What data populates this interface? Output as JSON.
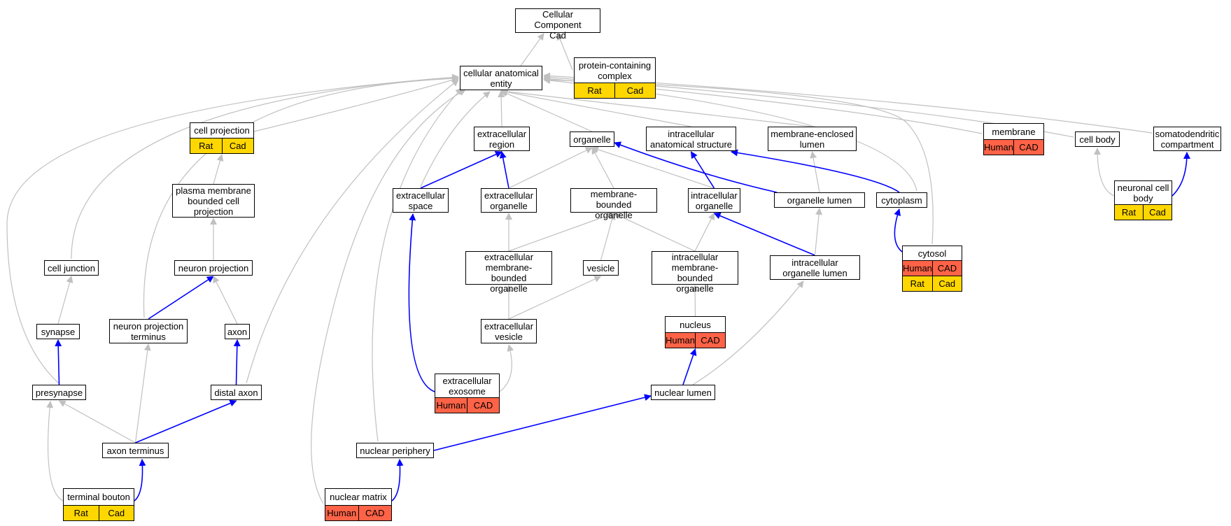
{
  "colors": {
    "is_a_edge": "#c0c0c0",
    "part_of_edge": "#0000ff",
    "human_badge": "#ff6347",
    "rat_badge": "#ffd700",
    "node_border": "#000000",
    "background": "#ffffff"
  },
  "nodes": [
    {
      "id": "cc",
      "label": "Cellular Component\nCad"
    },
    {
      "id": "cae",
      "label": "cellular anatomical\nentity"
    },
    {
      "id": "pcc",
      "label": "protein-containing\ncomplex",
      "badges": [
        [
          "Rat",
          "Cad"
        ]
      ]
    },
    {
      "id": "cellproj",
      "label": "cell projection",
      "badges": [
        [
          "Rat",
          "Cad"
        ]
      ]
    },
    {
      "id": "exreg",
      "label": "extracellular\nregion"
    },
    {
      "id": "organelle",
      "label": "organelle"
    },
    {
      "id": "ias",
      "label": "intracellular\nanatomical structure"
    },
    {
      "id": "mel",
      "label": "membrane-enclosed\nlumen"
    },
    {
      "id": "membrane",
      "label": "membrane",
      "badges": [
        [
          "Human",
          "CAD"
        ]
      ]
    },
    {
      "id": "cellbody",
      "label": "cell body"
    },
    {
      "id": "somato",
      "label": "somatodendritic\ncompartment"
    },
    {
      "id": "pmbcp",
      "label": "plasma membrane\nbounded cell\nprojection"
    },
    {
      "id": "exspace",
      "label": "extracellular\nspace"
    },
    {
      "id": "exorg",
      "label": "extracellular\norganelle"
    },
    {
      "id": "mbo",
      "label": "membrane-bounded\norganelle"
    },
    {
      "id": "intorg",
      "label": "intracellular\norganelle"
    },
    {
      "id": "orglumen",
      "label": "organelle lumen"
    },
    {
      "id": "cytoplasm",
      "label": "cytoplasm"
    },
    {
      "id": "ncb",
      "label": "neuronal cell\nbody",
      "badges": [
        [
          "Rat",
          "Cad"
        ]
      ]
    },
    {
      "id": "neuproj",
      "label": "neuron projection"
    },
    {
      "id": "celljunc",
      "label": "cell junction"
    },
    {
      "id": "exmbo",
      "label": "extracellular\nmembrane-bounded\norganelle"
    },
    {
      "id": "vesicle",
      "label": "vesicle"
    },
    {
      "id": "intmbo",
      "label": "intracellular\nmembrane-bounded\norganelle"
    },
    {
      "id": "intorglumen",
      "label": "intracellular\norganelle lumen"
    },
    {
      "id": "cytosol",
      "label": "cytosol",
      "badges": [
        [
          "Human",
          "CAD"
        ],
        [
          "Rat",
          "Cad"
        ]
      ]
    },
    {
      "id": "synapse",
      "label": "synapse"
    },
    {
      "id": "npt",
      "label": "neuron projection\nterminus"
    },
    {
      "id": "axon",
      "label": "axon"
    },
    {
      "id": "exves",
      "label": "extracellular\nvesicle"
    },
    {
      "id": "nucleus",
      "label": "nucleus",
      "badges": [
        [
          "Human",
          "CAD"
        ]
      ]
    },
    {
      "id": "presyn",
      "label": "presynapse"
    },
    {
      "id": "distaxon",
      "label": "distal axon"
    },
    {
      "id": "exosome",
      "label": "extracellular\nexosome",
      "badges": [
        [
          "Human",
          "CAD"
        ]
      ]
    },
    {
      "id": "nuclumen",
      "label": "nuclear lumen"
    },
    {
      "id": "axonterm",
      "label": "axon terminus"
    },
    {
      "id": "nucper",
      "label": "nuclear periphery"
    },
    {
      "id": "termbouton",
      "label": "terminal bouton",
      "badges": [
        [
          "Rat",
          "Cad"
        ]
      ]
    },
    {
      "id": "nucmatrix",
      "label": "nuclear matrix",
      "badges": [
        [
          "Human",
          "CAD"
        ]
      ]
    }
  ],
  "edges": [
    {
      "from": "cae",
      "to": "cc",
      "type": "is_a"
    },
    {
      "from": "pcc",
      "to": "cc",
      "type": "is_a"
    },
    {
      "from": "cellproj",
      "to": "cae",
      "type": "is_a"
    },
    {
      "from": "exreg",
      "to": "cae",
      "type": "is_a"
    },
    {
      "from": "organelle",
      "to": "cae",
      "type": "is_a"
    },
    {
      "from": "ias",
      "to": "cae",
      "type": "is_a"
    },
    {
      "from": "mel",
      "to": "cae",
      "type": "is_a"
    },
    {
      "from": "membrane",
      "to": "cae",
      "type": "is_a"
    },
    {
      "from": "cellbody",
      "to": "cae",
      "type": "is_a"
    },
    {
      "from": "somato",
      "to": "cae",
      "type": "is_a"
    },
    {
      "from": "exspace",
      "to": "cae",
      "type": "is_a"
    },
    {
      "from": "cytoplasm",
      "to": "cae",
      "type": "is_a"
    },
    {
      "from": "cytosol",
      "to": "cae",
      "type": "is_a"
    },
    {
      "from": "celljunc",
      "to": "cae",
      "type": "is_a"
    },
    {
      "from": "presyn",
      "to": "cae",
      "type": "is_a"
    },
    {
      "from": "npt",
      "to": "cae",
      "type": "is_a"
    },
    {
      "from": "distaxon",
      "to": "cae",
      "type": "is_a"
    },
    {
      "from": "nucper",
      "to": "cae",
      "type": "is_a"
    },
    {
      "from": "nucmatrix",
      "to": "cae",
      "type": "is_a"
    },
    {
      "from": "pmbcp",
      "to": "cellproj",
      "type": "is_a"
    },
    {
      "from": "neuproj",
      "to": "pmbcp",
      "type": "is_a"
    },
    {
      "from": "npt",
      "to": "neuproj",
      "type": "part_of"
    },
    {
      "from": "axon",
      "to": "neuproj",
      "type": "is_a"
    },
    {
      "from": "synapse",
      "to": "celljunc",
      "type": "is_a"
    },
    {
      "from": "presyn",
      "to": "synapse",
      "type": "part_of"
    },
    {
      "from": "distaxon",
      "to": "axon",
      "type": "part_of"
    },
    {
      "from": "axonterm",
      "to": "presyn",
      "type": "is_a"
    },
    {
      "from": "axonterm",
      "to": "npt",
      "type": "is_a"
    },
    {
      "from": "axonterm",
      "to": "distaxon",
      "type": "part_of"
    },
    {
      "from": "termbouton",
      "to": "presyn",
      "type": "is_a"
    },
    {
      "from": "termbouton",
      "to": "axonterm",
      "type": "part_of"
    },
    {
      "from": "exspace",
      "to": "exreg",
      "type": "part_of"
    },
    {
      "from": "exorg",
      "to": "exreg",
      "type": "part_of"
    },
    {
      "from": "exorg",
      "to": "organelle",
      "type": "is_a"
    },
    {
      "from": "mbo",
      "to": "organelle",
      "type": "is_a"
    },
    {
      "from": "intorg",
      "to": "organelle",
      "type": "is_a"
    },
    {
      "from": "intorg",
      "to": "ias",
      "type": "part_of"
    },
    {
      "from": "orglumen",
      "to": "organelle",
      "type": "part_of"
    },
    {
      "from": "orglumen",
      "to": "mel",
      "type": "is_a"
    },
    {
      "from": "cytoplasm",
      "to": "ias",
      "type": "part_of"
    },
    {
      "from": "cytosol",
      "to": "cytoplasm",
      "type": "part_of"
    },
    {
      "from": "ncb",
      "to": "cellbody",
      "type": "is_a"
    },
    {
      "from": "ncb",
      "to": "somato",
      "type": "part_of"
    },
    {
      "from": "exmbo",
      "to": "exorg",
      "type": "is_a"
    },
    {
      "from": "exmbo",
      "to": "mbo",
      "type": "is_a"
    },
    {
      "from": "vesicle",
      "to": "mbo",
      "type": "is_a"
    },
    {
      "from": "intmbo",
      "to": "mbo",
      "type": "is_a"
    },
    {
      "from": "intmbo",
      "to": "intorg",
      "type": "is_a"
    },
    {
      "from": "intorglumen",
      "to": "intorg",
      "type": "part_of"
    },
    {
      "from": "intorglumen",
      "to": "orglumen",
      "type": "is_a"
    },
    {
      "from": "exves",
      "to": "exmbo",
      "type": "is_a"
    },
    {
      "from": "exves",
      "to": "vesicle",
      "type": "is_a"
    },
    {
      "from": "exosome",
      "to": "exves",
      "type": "is_a"
    },
    {
      "from": "exosome",
      "to": "exspace",
      "type": "part_of"
    },
    {
      "from": "nucleus",
      "to": "intmbo",
      "type": "is_a"
    },
    {
      "from": "nuclumen",
      "to": "nucleus",
      "type": "part_of"
    },
    {
      "from": "nuclumen",
      "to": "intorglumen",
      "type": "is_a"
    },
    {
      "from": "nucper",
      "to": "nuclumen",
      "type": "part_of"
    },
    {
      "from": "nucmatrix",
      "to": "nucper",
      "type": "part_of"
    }
  ]
}
